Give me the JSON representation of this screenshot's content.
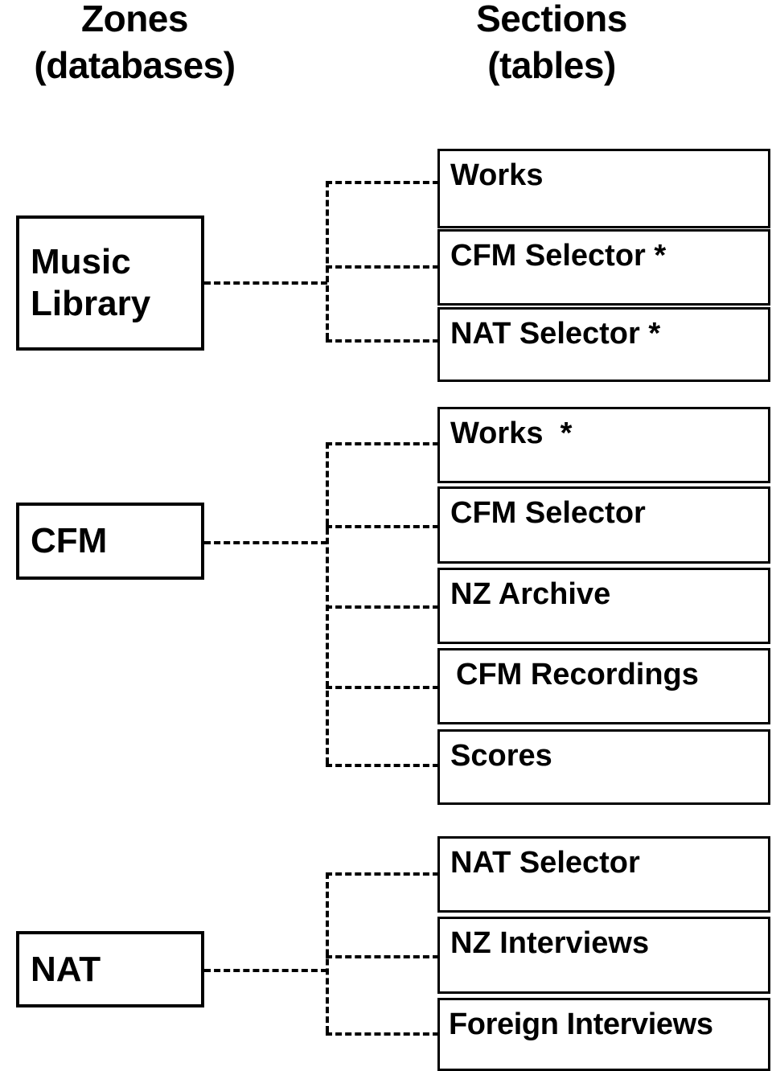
{
  "headers": {
    "zones": "Zones\n(databases)",
    "sections": "Sections\n(tables)"
  },
  "groups": [
    {
      "zone": "Music\nLibrary",
      "zone_name": "music-library",
      "sections": [
        {
          "label": "Works"
        },
        {
          "label": "CFM Selector *"
        },
        {
          "label": "NAT Selector *"
        }
      ]
    },
    {
      "zone": "CFM",
      "zone_name": "cfm",
      "sections": [
        {
          "label": "Works  *"
        },
        {
          "label": "CFM Selector"
        },
        {
          "label": "NZ Archive"
        },
        {
          "label": "CFM Recordings"
        },
        {
          "label": "Scores"
        }
      ]
    },
    {
      "zone": "NAT",
      "zone_name": "nat",
      "sections": [
        {
          "label": "NAT Selector"
        },
        {
          "label": "NZ Interviews"
        },
        {
          "label": "Foreign Interviews"
        }
      ]
    }
  ],
  "colors": {
    "stroke": "#000000",
    "background": "#ffffff"
  }
}
